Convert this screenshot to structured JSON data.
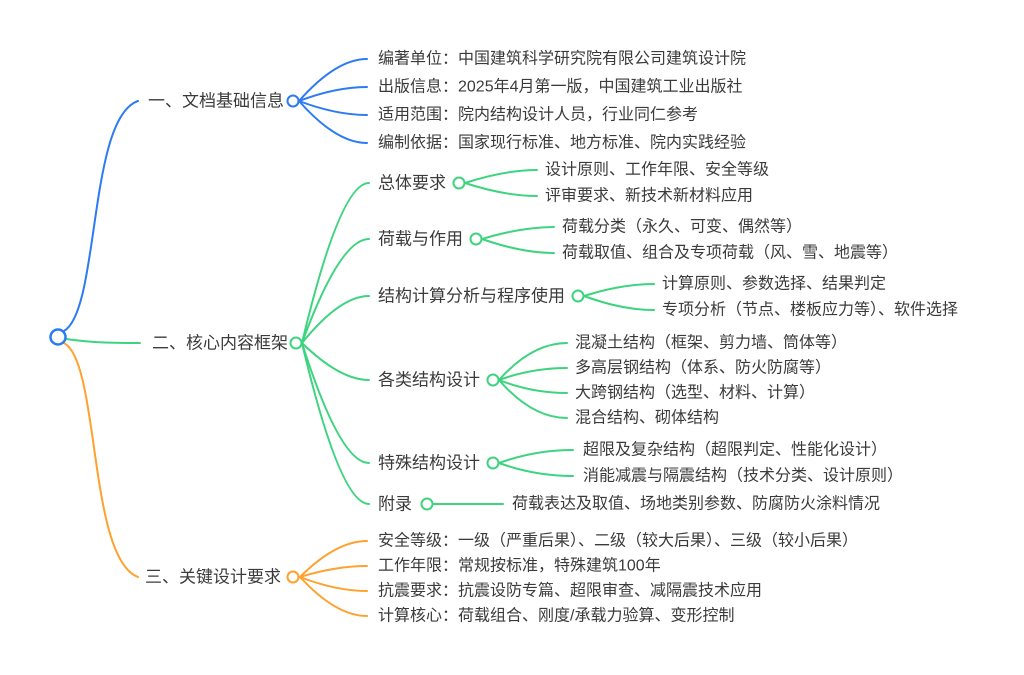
{
  "palette": {
    "blue": "#2C7BF2",
    "green": "#3ED47F",
    "orange": "#FFA12C",
    "text": "#3b3b3b",
    "background": "#ffffff"
  },
  "mindmap": {
    "branches": [
      {
        "label": "一、文档基础信息",
        "color": "blue",
        "children": [
          "编著单位：中国建筑科学研究院有限公司建筑设计院",
          "出版信息：2025年4月第一版，中国建筑工业出版社",
          "适用范围：院内结构设计人员，行业同仁参考",
          "编制依据：国家现行标准、地方标准、院内实践经验"
        ]
      },
      {
        "label": "二、核心内容框架",
        "color": "green",
        "children": [
          {
            "label": "总体要求",
            "children": [
              "设计原则、工作年限、安全等级",
              "评审要求、新技术新材料应用"
            ]
          },
          {
            "label": "荷载与作用",
            "children": [
              "荷载分类（永久、可变、偶然等）",
              "荷载取值、组合及专项荷载（风、雪、地震等）"
            ]
          },
          {
            "label": "结构计算分析与程序使用",
            "children": [
              "计算原则、参数选择、结果判定",
              "专项分析（节点、楼板应力等）、软件选择"
            ]
          },
          {
            "label": "各类结构设计",
            "children": [
              "混凝土结构（框架、剪力墙、筒体等）",
              "多高层钢结构（体系、防火防腐等）",
              "大跨钢结构（选型、材料、计算）",
              "混合结构、砌体结构"
            ]
          },
          {
            "label": "特殊结构设计",
            "children": [
              "超限及复杂结构（超限判定、性能化设计）",
              "消能减震与隔震结构（技术分类、设计原则）"
            ]
          },
          {
            "label": "附录",
            "children": [
              "荷载表达及取值、场地类别参数、防腐防火涂料情况"
            ]
          }
        ]
      },
      {
        "label": "三、关键设计要求",
        "color": "orange",
        "children": [
          "安全等级：一级（严重后果）、二级（较大后果）、三级（较小后果）",
          "工作年限：常规按标准，特殊建筑100年",
          "抗震要求：抗震设防专篇、超限审查、减隔震技术应用",
          "计算核心：荷载组合、刚度/承载力验算、变形控制"
        ]
      }
    ]
  }
}
